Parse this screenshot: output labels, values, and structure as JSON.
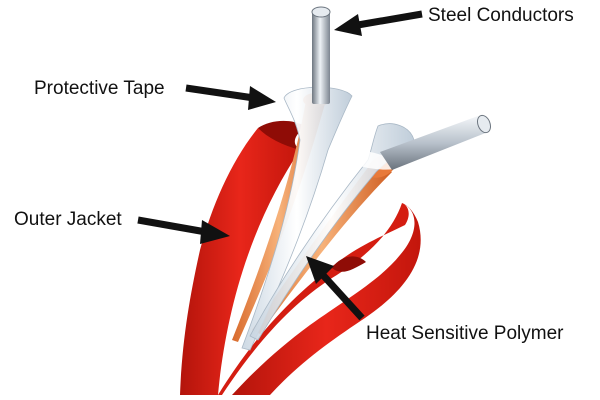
{
  "labels": {
    "steel_conductors": "Steel Conductors",
    "protective_tape": "Protective Tape",
    "outer_jacket": "Outer Jacket",
    "heat_sensitive_polymer": "Heat Sensitive Polymer"
  },
  "colors": {
    "outer_jacket": "#e01f12",
    "outer_jacket_dark": "#a50f08",
    "polymer": "#e88a4a",
    "protective_tape": "#dfe9f2",
    "steel": "#b9c2cc",
    "arrow": "#111111",
    "text": "#111111"
  }
}
